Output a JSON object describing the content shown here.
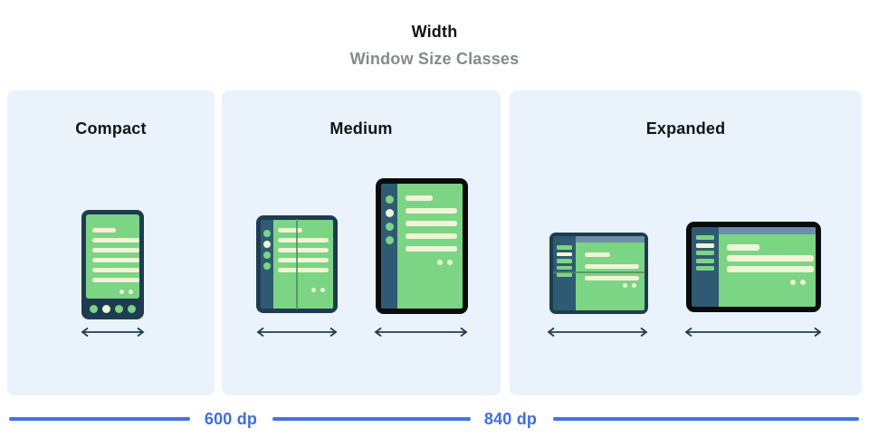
{
  "header": {
    "title": "Width",
    "subtitle": "Window Size Classes"
  },
  "panels": [
    {
      "id": "compact",
      "label": "Compact",
      "devices": [
        "phone"
      ]
    },
    {
      "id": "medium",
      "label": "Medium",
      "devices": [
        "foldable-open-portrait",
        "tablet-portrait"
      ]
    },
    {
      "id": "expanded",
      "label": "Expanded",
      "devices": [
        "foldable-open-landscape",
        "desktop"
      ]
    }
  ],
  "axis": {
    "breakpoints": [
      {
        "label": "600 dp"
      },
      {
        "label": "840 dp"
      }
    ]
  },
  "icons": {
    "width_arrow": "left-right-double-headed-arrow"
  },
  "colors": {
    "panel_bg": "#eaf2fc",
    "title_black": "#141414",
    "subtitle_gray": "#85898f",
    "device_frame_navy": "#1e3c50",
    "device_frame_black": "#0b0b0b",
    "nav_rail_navy": "#305a72",
    "screen_green": "#7cd485",
    "content_cream": "#f1f4d6",
    "app_top_bar_slate": "#6b8fa9",
    "fold_line_green": "#4e8c5c",
    "axis_blue": "#4273df",
    "arrow_navy": "#1e3c50"
  }
}
